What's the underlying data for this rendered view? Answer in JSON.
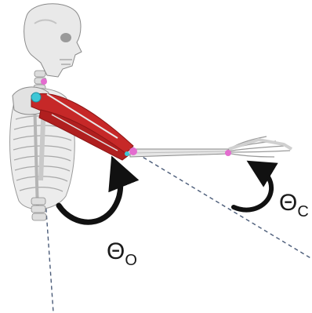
{
  "labels": {
    "theta_o": {
      "symbol": "Θ",
      "subscript": "O"
    },
    "theta_c": {
      "symbol": "Θ",
      "subscript": "C"
    }
  },
  "colors": {
    "bone": "#e9e9e9",
    "bone_shade": "#b9b9b9",
    "bone_outline": "#8a8a8a",
    "muscle": "#c62828",
    "muscle_dark": "#8e1616",
    "joint_pink": "#e36ccf",
    "joint_cyan": "#3fc7d6",
    "dashed_line": "#4a5b78",
    "arrow": "#111111"
  }
}
